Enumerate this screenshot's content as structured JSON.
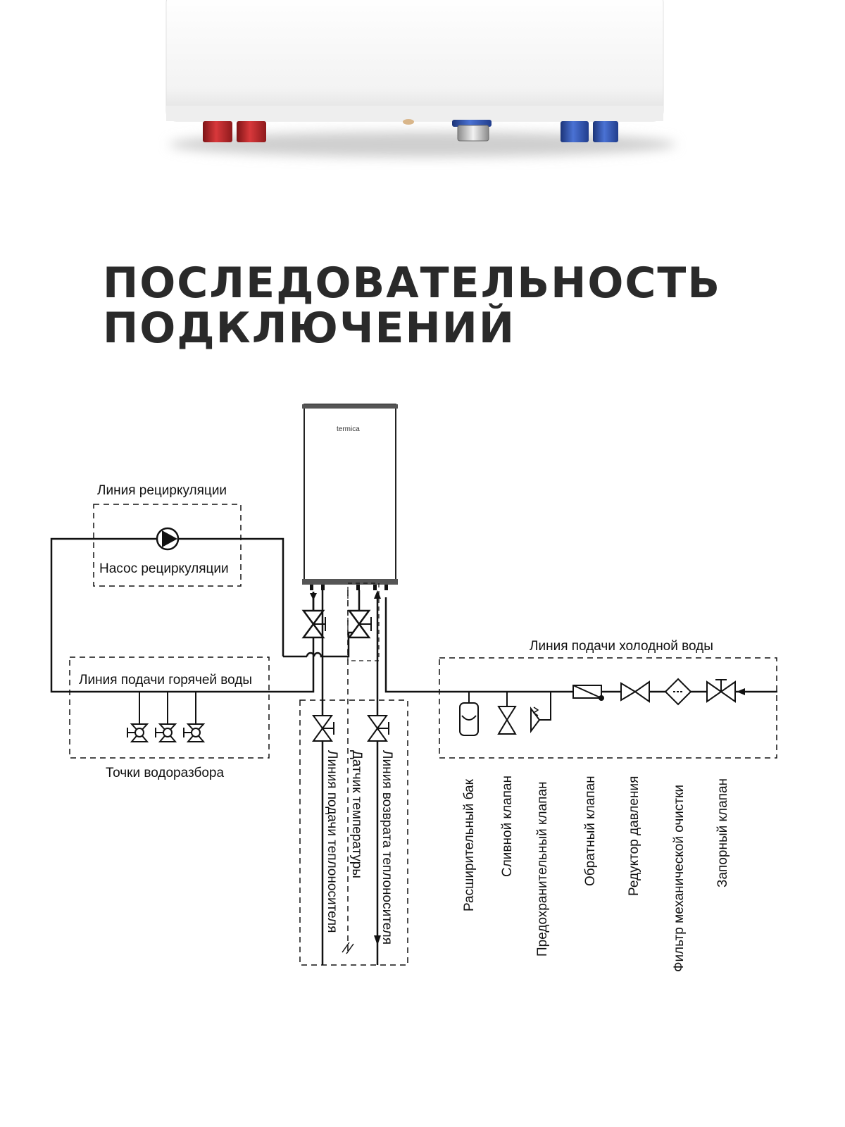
{
  "title": {
    "line1": "ПОСЛЕДОВАТЕЛЬНОСТЬ",
    "line2": "ПОДКЛЮЧЕНИЙ"
  },
  "heater": {
    "brand": "termica"
  },
  "labels": {
    "recirculation_line": "Линия рециркуляции",
    "recirculation_pump": "Насос рециркуляции",
    "hot_water_line": "Линия подачи горячей воды",
    "draw_points": "Точки водоразбора",
    "cold_water_line": "Линия подачи холодной воды",
    "heat_supply_line": "Линия подачи теплоносителя",
    "temperature_sensor": "Датчик температуры",
    "heat_return_line": "Линия возврата теплоносителя"
  },
  "components": [
    "Расширительный бак",
    "Сливной клапан",
    "Предохранительный клапан",
    "Обратный клапан",
    "Редуктор давления",
    "Фильтр механической очистки",
    "Запорный клапан"
  ],
  "colors": {
    "hot_fitting": "#c0282c",
    "cold_fitting": "#2f55b4",
    "line": "#111111",
    "title": "#2a2a2a"
  }
}
